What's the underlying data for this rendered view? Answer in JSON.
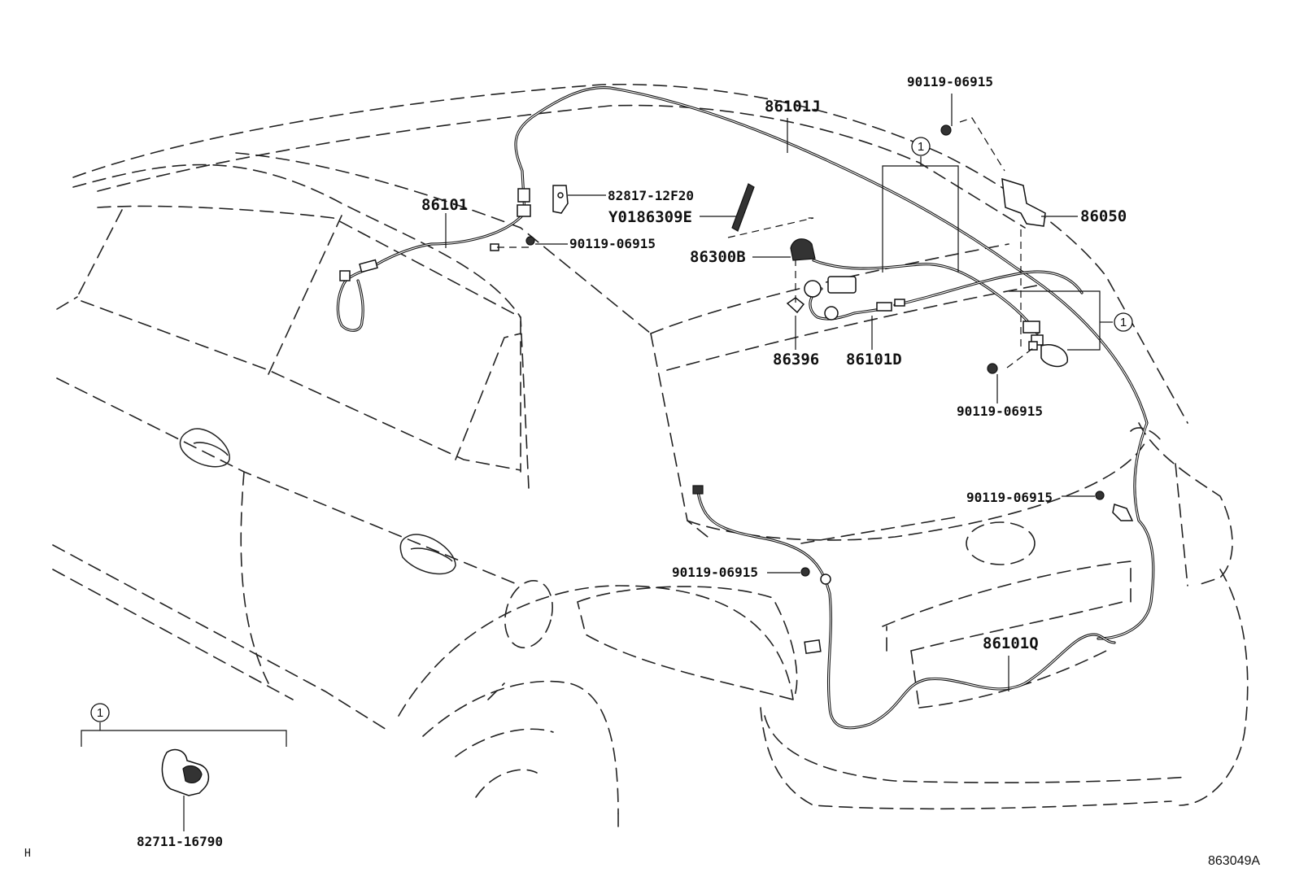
{
  "diagram": {
    "labels": {
      "p86101J": "86101J",
      "p86101": "86101",
      "p82817": "82817-12F20",
      "pY0186309E": "Y0186309E",
      "p90119_a": "90119-06915",
      "p90119_top": "90119-06915",
      "p86050": "86050",
      "p86300B": "86300B",
      "p86396": "86396",
      "p86101D": "86101D",
      "p90119_b": "90119-06915",
      "p90119_c": "90119-06915",
      "p90119_d": "90119-06915",
      "p86101Q": "86101Q",
      "p82711": "82711-16790"
    },
    "callout_number": "1",
    "corner_mark": "H",
    "figure_code": "863049A"
  }
}
